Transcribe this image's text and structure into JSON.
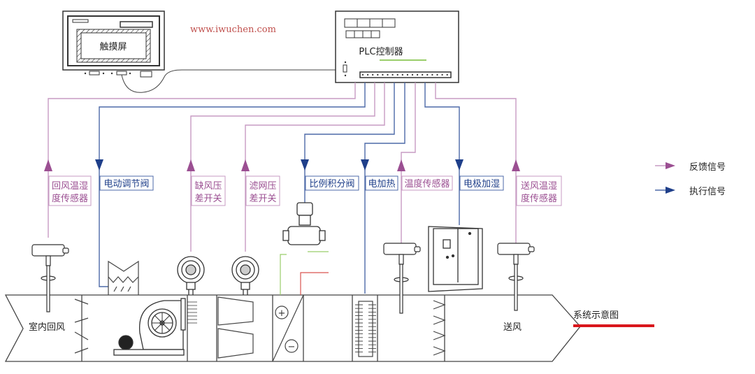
{
  "website": "www.iwuchen.com",
  "touchscreen": {
    "label": "触摸屏"
  },
  "plc": {
    "label": "PLC控制器"
  },
  "colors": {
    "feedback": "#c79bc3",
    "feedback_arrow": "#9b4f92",
    "execute": "#4d6aa8",
    "execute_arrow": "#1f3f8a",
    "title_underline": "#d9161c",
    "plc_underline": "#9acd6a",
    "website": "#c0504d"
  },
  "legend": [
    {
      "type": "feedback",
      "label": "反馈信号"
    },
    {
      "type": "execute",
      "label": "执行信号"
    }
  ],
  "signals": [
    {
      "id": "return-air-th-sensor",
      "type": "feedback",
      "lines": [
        "回风温湿",
        "度传感器"
      ]
    },
    {
      "id": "electric-damper",
      "type": "execute",
      "lines": [
        "电动调节阀"
      ]
    },
    {
      "id": "fan-dp-switch",
      "type": "feedback",
      "lines": [
        "缺风压",
        "差开关"
      ]
    },
    {
      "id": "filter-dp-switch",
      "type": "feedback",
      "lines": [
        "滤网压",
        "差开关"
      ]
    },
    {
      "id": "pi-valve",
      "type": "execute",
      "lines": [
        "比例积分阀"
      ]
    },
    {
      "id": "electric-heater",
      "type": "execute",
      "lines": [
        "电加热"
      ]
    },
    {
      "id": "temp-sensor",
      "type": "feedback",
      "lines": [
        "温度传感器"
      ]
    },
    {
      "id": "electrode-humidifier",
      "type": "execute",
      "lines": [
        "电极加湿"
      ]
    },
    {
      "id": "supply-air-th-sensor",
      "type": "feedback",
      "lines": [
        "送风温湿",
        "度传感器"
      ]
    }
  ],
  "ahu": {
    "return_air": "室内回风",
    "supply_air": "送风",
    "coil_plus": "+",
    "coil_minus": "−"
  },
  "title": "系统示意图"
}
